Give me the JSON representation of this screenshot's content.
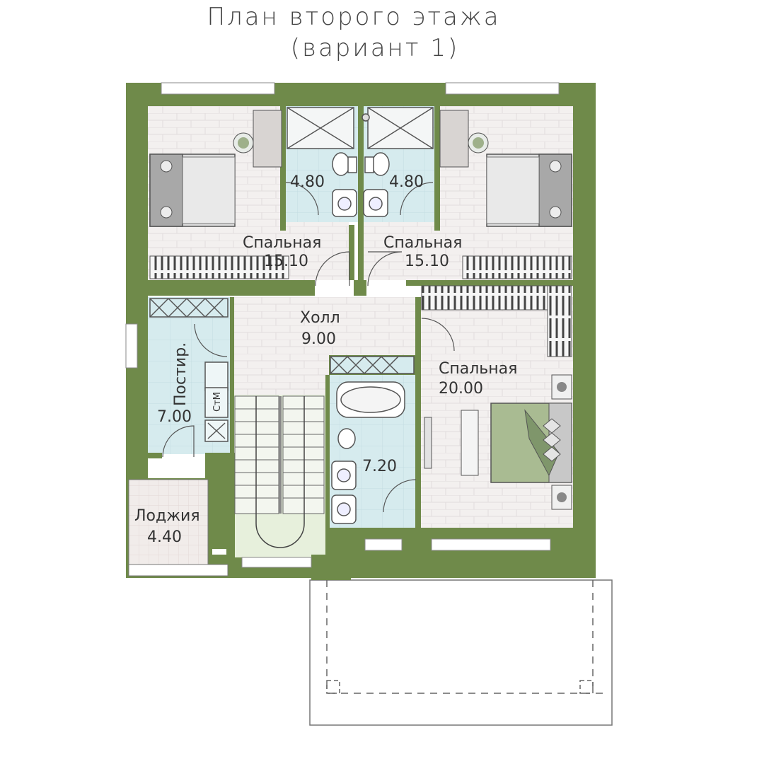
{
  "title": {
    "line1": "План второго этажа",
    "line2": "(вариант 1)"
  },
  "colors": {
    "wall": "#6f8a4a",
    "wall_dark": "#5d7640",
    "floor_bath": "#d8ecee",
    "floor_room": "#f2efee",
    "stair_floor": "#e7f0dc",
    "outline": "#555555"
  },
  "rooms": {
    "bedroom_left": {
      "name": "Спальная",
      "area": "15.10"
    },
    "bedroom_right": {
      "name": "Спальная",
      "area": "15.10"
    },
    "bedroom_big": {
      "name": "Спальная",
      "area": "20.00"
    },
    "bath_left": {
      "area": "4.80"
    },
    "bath_right": {
      "area": "4.80"
    },
    "hall": {
      "name": "Холл",
      "area": "9.00"
    },
    "laundry": {
      "name": "Постир.",
      "area": "7.00"
    },
    "washer": {
      "label": "СтМ"
    },
    "bath_main": {
      "area": "7.20"
    },
    "loggia": {
      "name": "Лоджия",
      "area": "4.40"
    }
  }
}
